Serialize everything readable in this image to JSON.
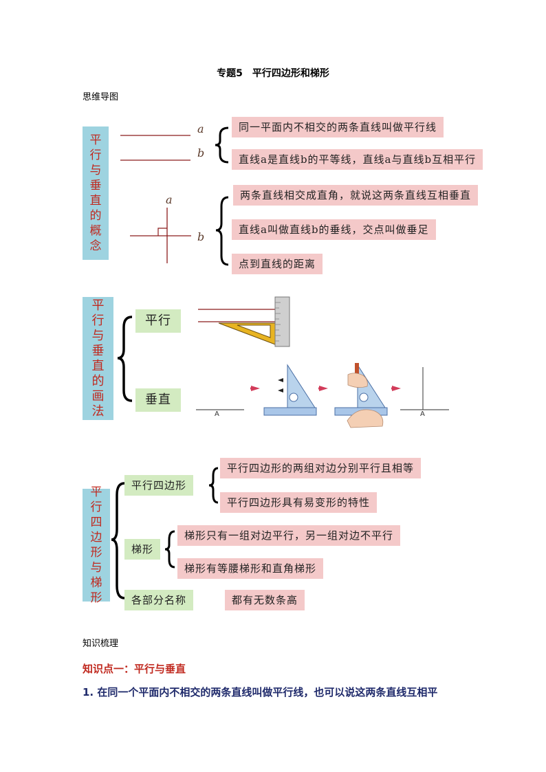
{
  "title": "专题5　平行四边形和梯形",
  "mind_map_heading": "思维导图",
  "section1": {
    "box_chars": [
      "平",
      "行",
      "与",
      "垂",
      "直",
      "的",
      "概",
      "念"
    ],
    "label_a1": "a",
    "label_b1": "b",
    "label_a2": "a",
    "label_b2": "b",
    "items": [
      "同一平面内不相交的两条直线叫做平行线",
      "直线a是直线b的平等线，直线a与直线b互相平行",
      "两条直线相交成直角，就说这两条直线互相垂直",
      "直线a叫做直线b的垂线，交点叫做垂足",
      "点到直线的距离"
    ]
  },
  "section2": {
    "box_chars": [
      "平",
      "行",
      "与",
      "垂",
      "直",
      "的",
      "画",
      "法"
    ],
    "parallel": "平行",
    "perpendicular": "垂直",
    "label_A1": "A",
    "label_A2": "A"
  },
  "section3": {
    "box_chars": [
      "平",
      "行",
      "四",
      "边",
      "形",
      "与",
      "梯",
      "形"
    ],
    "parallelogram": "平行四边形",
    "para_items": [
      "平行四边形的两组对边分别平行且相等",
      "平行四边形具有易变形的特性"
    ],
    "trapezoid": "梯形",
    "trap_items": [
      "梯形只有一组对边平行，另一组对边不平行",
      "梯形有等腰梯形和直角梯形"
    ],
    "parts": "各部分名称",
    "parts_item": "都有无数条高"
  },
  "knowledge_heading": "知识梳理",
  "point1_title": "知识点一：平行与垂直",
  "point1_line": "1.  在同一个平面内不相交的两条直线叫做平行线，也可以说这两条直线互相平",
  "colors": {
    "box_bg": "#9ed3e0",
    "box_text": "#c0291f",
    "pink": "#f4c9c9",
    "green": "#d3ebc1",
    "line": "#8b1a1a"
  }
}
